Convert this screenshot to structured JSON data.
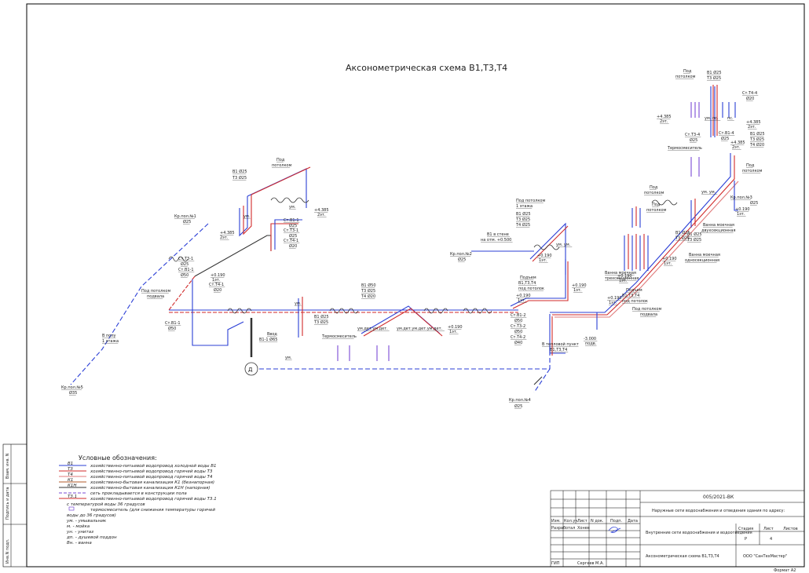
{
  "title": "Аксонометрическая схема В1,Т3,Т4",
  "colors": {
    "b1": "#2b3fd6",
    "t3": "#d12a2a",
    "t4": "#e07a7a",
    "k1": "#b05a2a",
    "k1b": "#333333",
    "frame": "#000000"
  },
  "labels": [
    {
      "id": "kr1",
      "text": "Кр.пол.№1"
    },
    {
      "id": "kr1d",
      "text": "Ø25"
    },
    {
      "id": "kr2",
      "text": "Кр.пол.№2"
    },
    {
      "id": "kr2d",
      "text": "Ø25"
    },
    {
      "id": "kr3",
      "text": "Кр.пол.№3"
    },
    {
      "id": "kr3d",
      "text": "Ø25"
    },
    {
      "id": "kr4",
      "text": "Кр.пол.№4"
    },
    {
      "id": "kr4d",
      "text": "Ø25"
    },
    {
      "id": "kr5",
      "text": "Кр.пол.№5"
    },
    {
      "id": "kr5d",
      "text": "Ø35"
    },
    {
      "id": "pp1",
      "text": "Под"
    },
    {
      "id": "pp1b",
      "text": "потолком"
    },
    {
      "id": "b1a",
      "text": "В1 Ø25"
    },
    {
      "id": "t3a",
      "text": "Т3 Ø25"
    },
    {
      "id": "st1",
      "text": "Ст.В1-1"
    },
    {
      "id": "st1d",
      "text": "Ø25"
    },
    {
      "id": "st2",
      "text": "Ст.Т3-1"
    },
    {
      "id": "st2d",
      "text": "Ø25"
    },
    {
      "id": "st3",
      "text": "Ст.Т4-1"
    },
    {
      "id": "st3d",
      "text": "Ø20"
    },
    {
      "id": "lv1",
      "text": "+4.385"
    },
    {
      "id": "lv1b",
      "text": "2эт."
    },
    {
      "id": "lv2",
      "text": "+4.385"
    },
    {
      "id": "lv2b",
      "text": "2эт."
    },
    {
      "id": "st4",
      "text": "Ст.Т3-1"
    },
    {
      "id": "st4d",
      "text": "Ø25"
    },
    {
      "id": "st5",
      "text": "Ст.В1-1"
    },
    {
      "id": "st5d",
      "text": "Ø50"
    },
    {
      "id": "lv3",
      "text": "+0.190"
    },
    {
      "id": "lv3b",
      "text": "1эт."
    },
    {
      "id": "st6",
      "text": "Ст.Т4-1"
    },
    {
      "id": "st6d",
      "text": "Ø20"
    },
    {
      "id": "pp2",
      "text": "Под потолком"
    },
    {
      "id": "pp2b",
      "text": "подвала"
    },
    {
      "id": "st7",
      "text": "Ст.В1-1"
    },
    {
      "id": "st7d",
      "text": "Ø50"
    },
    {
      "id": "vp",
      "text": "В полу"
    },
    {
      "id": "vpb",
      "text": "1 этажа"
    },
    {
      "id": "vv",
      "text": "Ввод"
    },
    {
      "id": "vvb",
      "text": "В1-1 Ø65"
    },
    {
      "id": "b1b",
      "text": "В1 Ø25"
    },
    {
      "id": "t3b",
      "text": "Т3 Ø25"
    },
    {
      "id": "b1c",
      "text": "В1 Ø50"
    },
    {
      "id": "t3c",
      "text": "Т3 Ø25"
    },
    {
      "id": "t4c",
      "text": "Т4 Ø20"
    },
    {
      "id": "um",
      "text": "ум.дет.ум.дет."
    },
    {
      "id": "um2",
      "text": "ум.дет.ум.дет.ум.дет."
    },
    {
      "id": "ts1",
      "text": "Термосмеситель"
    },
    {
      "id": "lv4",
      "text": "+0.190"
    },
    {
      "id": "lv4b",
      "text": "1эт."
    },
    {
      "id": "pp3",
      "text": "Под потолком"
    },
    {
      "id": "pp3b",
      "text": "1 этажа"
    },
    {
      "id": "b1d",
      "text": "В1 Ø25"
    },
    {
      "id": "t3d",
      "text": "Т3 Ø25"
    },
    {
      "id": "t4d",
      "text": "Т4 Ø25"
    },
    {
      "id": "vs",
      "text": "В1 в стене"
    },
    {
      "id": "vsb",
      "text": "на отм. +0.500"
    },
    {
      "id": "lv5",
      "text": "+0.190"
    },
    {
      "id": "lv5b",
      "text": "1эт."
    },
    {
      "id": "pd1",
      "text": "Подъем"
    },
    {
      "id": "pd1b",
      "text": "В1,Т3,Т4"
    },
    {
      "id": "pd1c",
      "text": "под потолок"
    },
    {
      "id": "lv6",
      "text": "+0.190"
    },
    {
      "id": "lv6b",
      "text": "1эт."
    },
    {
      "id": "st8",
      "text": "Ст.В1-2"
    },
    {
      "id": "st8d",
      "text": "Ø50"
    },
    {
      "id": "st9",
      "text": "Ст.Т3-2"
    },
    {
      "id": "st9d",
      "text": "Ø50"
    },
    {
      "id": "st10",
      "text": "Ст.Т4-2"
    },
    {
      "id": "st10d",
      "text": "Ø40"
    },
    {
      "id": "tp",
      "text": "В тепловой пункт"
    },
    {
      "id": "tpb",
      "text": "В1,Т3,Т4"
    },
    {
      "id": "lv7",
      "text": "-3.000"
    },
    {
      "id": "lv7b",
      "text": "подв."
    },
    {
      "id": "lv8",
      "text": "+0.190"
    },
    {
      "id": "lv8b",
      "text": "1эт."
    },
    {
      "id": "lv9",
      "text": "+0.190"
    },
    {
      "id": "lv9b",
      "text": "1эт."
    },
    {
      "id": "pd2",
      "text": "Подъем"
    },
    {
      "id": "pd2b",
      "text": "В1,Т3,Т4"
    },
    {
      "id": "pd2c",
      "text": "под потолок"
    },
    {
      "id": "pp4",
      "text": "Под потолком"
    },
    {
      "id": "pp4b",
      "text": "подвала"
    },
    {
      "id": "vm1",
      "text": "Ванна моечная"
    },
    {
      "id": "vm1b",
      "text": "трехсекционная"
    },
    {
      "id": "vm2",
      "text": "Ванна моечная"
    },
    {
      "id": "vm2b",
      "text": "односекционная"
    },
    {
      "id": "vm3",
      "text": "Ванна моечная"
    },
    {
      "id": "vm3b",
      "text": "двухсекционная"
    },
    {
      "id": "lv10",
      "text": "+0.190"
    },
    {
      "id": "lv10b",
      "text": "1эт."
    },
    {
      "id": "lv11",
      "text": "+0.190"
    },
    {
      "id": "lv11b",
      "text": "1эт."
    },
    {
      "id": "lv12",
      "text": "+0.190"
    },
    {
      "id": "lv12b",
      "text": "1эт."
    },
    {
      "id": "pp5",
      "text": "Под"
    },
    {
      "id": "pp5b",
      "text": "потолком"
    },
    {
      "id": "pp6",
      "text": "Под"
    },
    {
      "id": "pp6b",
      "text": "потолком"
    },
    {
      "id": "b1e",
      "text": "В1 Ø25"
    },
    {
      "id": "t3e",
      "text": "Т3 Ø25"
    },
    {
      "id": "pp7",
      "text": "Под"
    },
    {
      "id": "pp7b",
      "text": "потолком"
    },
    {
      "id": "b1f",
      "text": "В1 Ø25"
    },
    {
      "id": "t3f",
      "text": "Т3 Ø25"
    },
    {
      "id": "st11",
      "text": "Ст.Т4-4"
    },
    {
      "id": "st11d",
      "text": "Ø20"
    },
    {
      "id": "lv13",
      "text": "+4.385"
    },
    {
      "id": "lv13b",
      "text": "2эт."
    },
    {
      "id": "lv14",
      "text": "+4.385"
    },
    {
      "id": "lv14b",
      "text": "2эт."
    },
    {
      "id": "st12",
      "text": "Ст.Т3-4"
    },
    {
      "id": "st12d",
      "text": "Ø25"
    },
    {
      "id": "st13",
      "text": "Ст.В1-4"
    },
    {
      "id": "st13d",
      "text": "Ø25"
    },
    {
      "id": "lv15",
      "text": "+4.385"
    },
    {
      "id": "lv15b",
      "text": "2эт."
    },
    {
      "id": "b1g",
      "text": "В1 Ø25"
    },
    {
      "id": "t3g",
      "text": "Т3 Ø25"
    },
    {
      "id": "t4g",
      "text": "Т4 Ø20"
    },
    {
      "id": "ts2",
      "text": "Термосмеситель"
    },
    {
      "id": "pp8",
      "text": "Под"
    },
    {
      "id": "pp8b",
      "text": "потолком"
    },
    {
      "id": "b1h",
      "text": "В1 Ø25"
    },
    {
      "id": "t3h",
      "text": "Т3 Ø25"
    },
    {
      "id": "d",
      "text": "Д"
    },
    {
      "id": "um3",
      "text": "ум."
    },
    {
      "id": "um4",
      "text": "ум."
    },
    {
      "id": "um5",
      "text": "ум."
    },
    {
      "id": "um6",
      "text": "ум."
    },
    {
      "id": "um7",
      "text": "ум. ум."
    },
    {
      "id": "um8",
      "text": "ум. пс."
    },
    {
      "id": "um9",
      "text": "пс."
    },
    {
      "id": "um10",
      "text": "ум. ум."
    }
  ],
  "legend": {
    "title": "Условные обозначения:",
    "items": [
      {
        "code": "В1",
        "text": "хозяйственно-питьевой водопровод холодной воды В1",
        "color": "#2b3fd6",
        "style": "solid"
      },
      {
        "code": "Т3",
        "text": "хозяйственно-питьевой водопровод горячей воды Т3",
        "color": "#d12a2a",
        "style": "solid"
      },
      {
        "code": "Т4",
        "text": "хозяйственно-питьевой водопровод горячей воды Т4",
        "color": "#e07a7a",
        "style": "solid"
      },
      {
        "code": "К1",
        "text": "хозяйственно-бытовая канализация К1 (безнапорная)",
        "color": "#b05a2a",
        "style": "solid"
      },
      {
        "code": "К1Н",
        "text": "хозяйственно-бытовая канализация К1Н (напорная)",
        "color": "#333333",
        "style": "solid"
      },
      {
        "code": "",
        "text": "сеть прокладывается в конструкции пола",
        "color": "#7a4ad6",
        "style": "dash"
      },
      {
        "code": "Т3.1",
        "text": "хозяйственно-питьевой водопровод горячей воды Т3.1",
        "color": "#d12a2a",
        "style": "solid"
      },
      {
        "code": "",
        "text": "с температурой воды 36 градусов",
        "color": "",
        "style": "none"
      },
      {
        "code": "",
        "text": "термосмеситель (для снижения температуры горячей",
        "color": "#7a4ad6",
        "style": "box"
      },
      {
        "code": "",
        "text": "воды до 36 градусов)",
        "color": "",
        "style": "none"
      },
      {
        "code": "",
        "text": "ум. - умывальник",
        "color": "",
        "style": "none"
      },
      {
        "code": "",
        "text": "м. - мойка",
        "color": "",
        "style": "none"
      },
      {
        "code": "",
        "text": "ун. - унитаз",
        "color": "",
        "style": "none"
      },
      {
        "code": "",
        "text": "дп. - душевой поддон",
        "color": "",
        "style": "none"
      },
      {
        "code": "",
        "text": "Вн. - ванна",
        "color": "",
        "style": "none"
      }
    ]
  },
  "sidebar": {
    "f1": "Взам. инв. N",
    "f2": "Подпись и дата",
    "f3": "Инв.N подл."
  },
  "stamp": {
    "code": "005/2021-ВК",
    "project": "Наружные сети водоснабжения и отведения здания по адресу:",
    "cols": [
      "Изм.",
      "Кол.уч.",
      "Лист",
      "N док.",
      "Подп.",
      "Дата"
    ],
    "dev_role": "Разработал",
    "dev_name": "Хонев",
    "gip_role": "ГИП",
    "gip_name": "Сергеев М.А.",
    "section": "Внутренние сети водоснабжения и водоотведения",
    "stage_h": "Стадия",
    "sheet_h": "Лист",
    "sheets_h": "Листов",
    "stage": "Р",
    "sheet": "4",
    "sheets": "",
    "drawing": "Аксонометрическая схема В1,Т3,Т4",
    "org": "ООО \"СанТехМастер\""
  },
  "format": "Формат А2"
}
